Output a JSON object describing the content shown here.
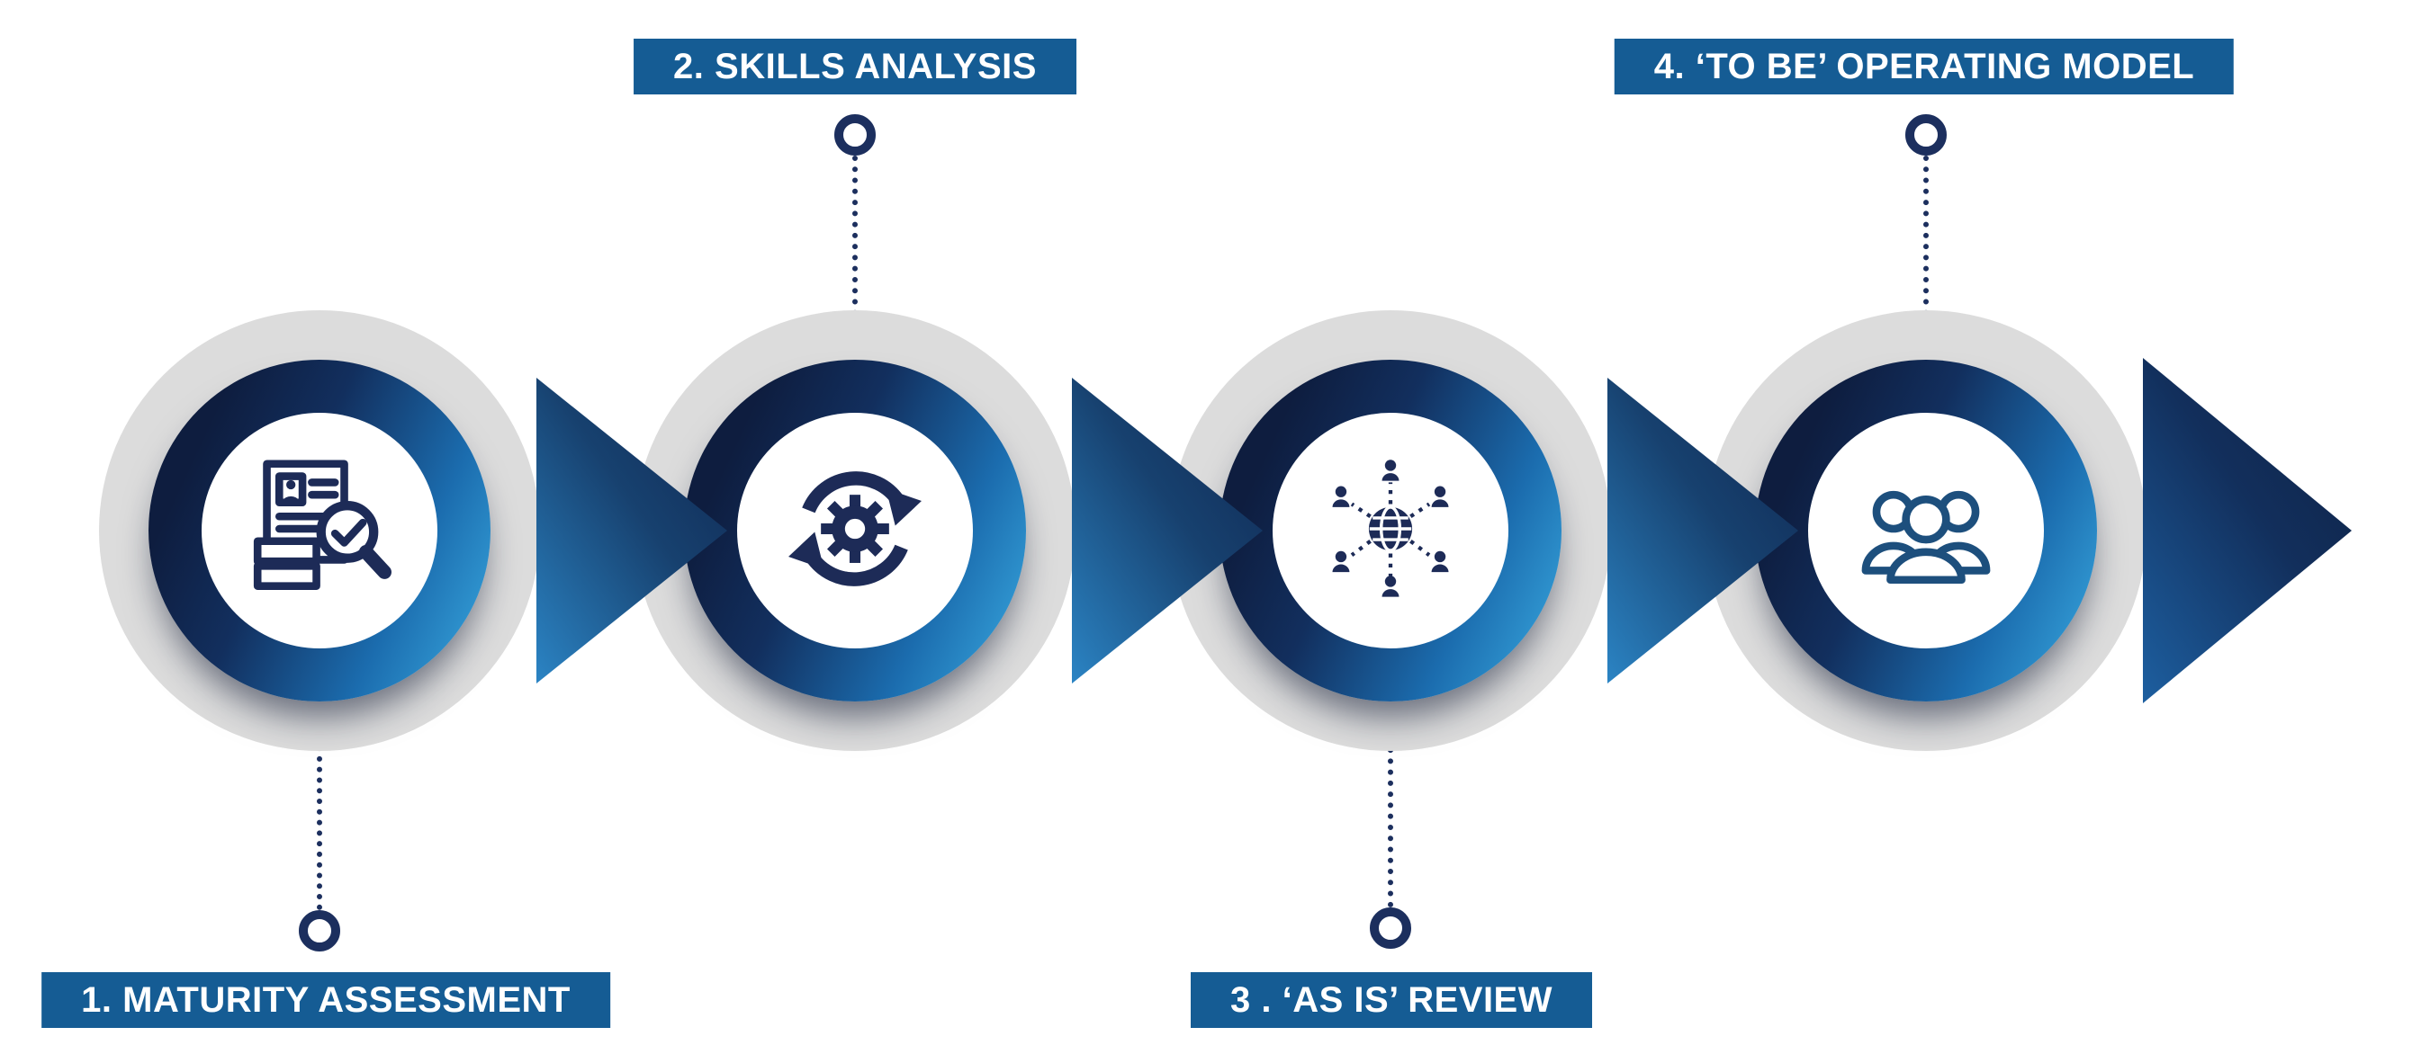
{
  "diagram": {
    "type": "process-flow",
    "steps": [
      {
        "label": "1. MATURITY ASSESSMENT",
        "icon": "resume-magnifier-icon",
        "label_position": "bottom"
      },
      {
        "label": "2. SKILLS ANALYSIS",
        "icon": "sync-gear-icon",
        "label_position": "top"
      },
      {
        "label": "3 . ‘AS IS’ REVIEW",
        "icon": "globe-network-icon",
        "label_position": "bottom"
      },
      {
        "label": "4. ‘TO BE’ OPERATING MODEL",
        "icon": "team-group-icon",
        "label_position": "top"
      }
    ],
    "colors": {
      "label_background": "#155c94",
      "label_text": "#ffffff",
      "navy": "#1d2b57",
      "accent_blue": "#39a9e0",
      "arrow_dark": "#0f2650",
      "arrow_light": "#2b84c4",
      "circle_gray": "#dcdcdc",
      "page_background": "#ffffff"
    }
  }
}
